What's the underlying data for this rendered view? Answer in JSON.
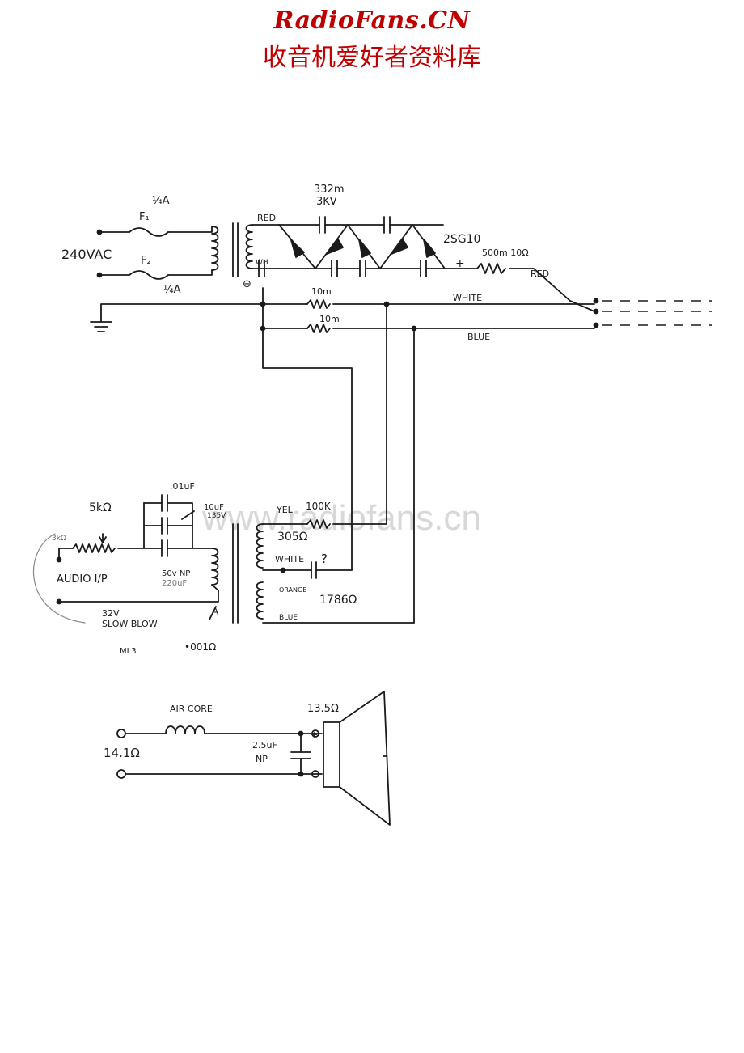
{
  "header": {
    "brand": "RadioFans.CN",
    "subtitle": "收音机爱好者资料库"
  },
  "watermark": "www.radiofans.cn",
  "power_section": {
    "mains_label": "240VAC",
    "fuse1_rating": "¼A",
    "fuse1_label": "F₁",
    "fuse2_label": "F₂",
    "fuse2_rating": "¼A",
    "cap_value": "332m",
    "cap_voltage": "3KV",
    "diode_label": "2SG10",
    "resistor_label": "500m 10Ω",
    "red_tap_label": "RED",
    "wh_tap_label": "WH",
    "red_out_label": "RED",
    "plus_symbol": "+",
    "minus_symbol": "⊖",
    "res_white_value": "10m",
    "res_blue_value": "10m",
    "white_label": "WHITE",
    "blue_label": "BLUE"
  },
  "audio_section": {
    "cap_top_label": ".01uF",
    "cap_hv_label": "10uF",
    "cap_hv_voltage": "135V",
    "pot_label": "5kΩ",
    "input_note": "3kΩ",
    "audio_label": "AUDIO I/P",
    "np_cap_label": "50v NP",
    "np_cap_value": "220uF",
    "fuse_label": "32V",
    "fuse_type": "SLOW BLOW",
    "xfmr_ref": "ML3",
    "core_note": "•001Ω",
    "arrow_label": "A",
    "yel_label": "YEL",
    "res_100k": "100K",
    "winding1_res": "305Ω",
    "white_tap": "WHITE",
    "q_mark": "?",
    "orange_label": "ORANGE",
    "winding2_res": "1786Ω",
    "blue_tap": "BLUE"
  },
  "speaker_section": {
    "coil_label": "AIR CORE",
    "coil_res": "14.1Ω",
    "spk_res": "13.5Ω",
    "cap_value": "2.5uF",
    "cap_type": "NP",
    "plus_symbol": "+"
  }
}
